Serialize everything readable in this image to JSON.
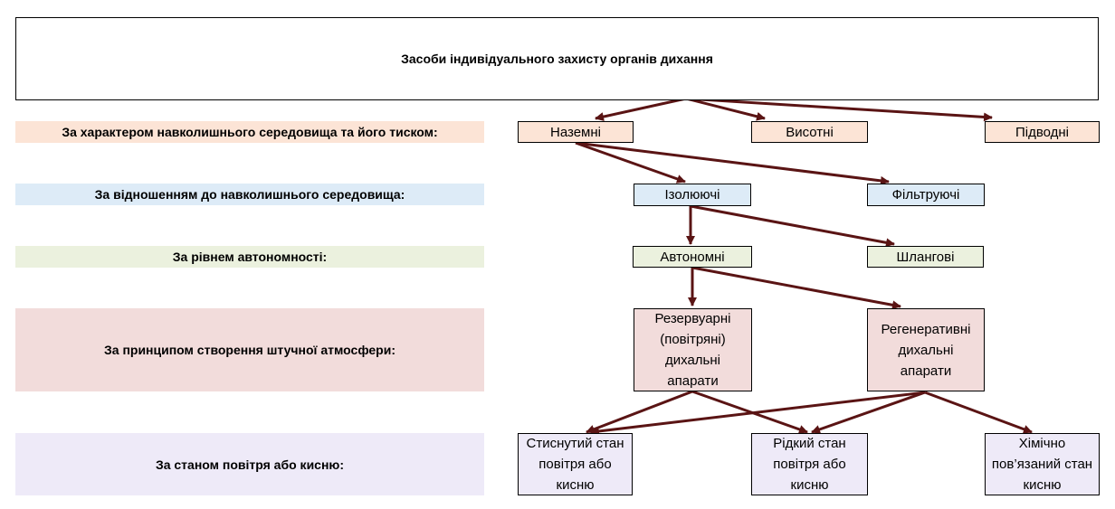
{
  "title": "Засоби індивідуального захисту органів дихання",
  "levels": [
    {
      "label": "За характером навколишнього середовища та його тиском:",
      "color": "#fce4d6"
    },
    {
      "label": "За відношенням до навколишнього середовища:",
      "color": "#ddebf7"
    },
    {
      "label": "За рівнем автономності:",
      "color": "#ebf1de"
    },
    {
      "label": "За принципом створення штучної атмосфери:",
      "color": "#f2dcdb"
    },
    {
      "label": "За станом повітря або кисню:",
      "color": "#eeeaf8"
    }
  ],
  "nodes": {
    "nazemni": "Наземні",
    "vysotni": "Висотні",
    "pidvodni": "Підводні",
    "izoliuiuchi": "Ізолюючі",
    "filtruiuchi": "Фільтруючі",
    "avtonomni": "Автономні",
    "shlangovi": "Шлангові",
    "rezervuarni": "Резервуарні (повітряні) дихальні апарати",
    "regeneratyvni": "Регенеративні дихальні апарати",
    "stysnutyi": "Стиснутий стан повітря або кисню",
    "ridkyi": "Рідкий стан повітря або кисню",
    "khimichno": "Хімічно пов’язаний стан кисню"
  },
  "arrow_color": "#5a1414"
}
